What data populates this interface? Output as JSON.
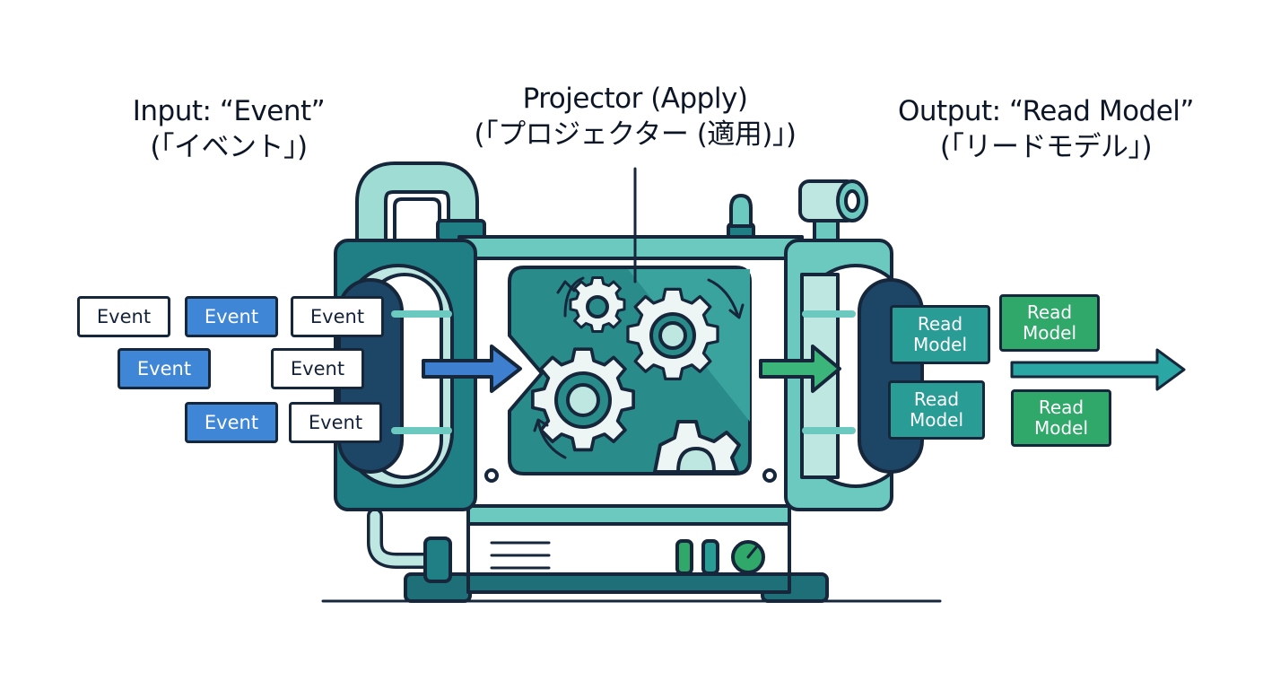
{
  "headings": {
    "input": {
      "line1": "Input: “Event”",
      "line2": "(「イベント」)"
    },
    "projector": {
      "line1": "Projector (Apply)",
      "line2": "(「プロジェクター (適用)」)"
    },
    "output": {
      "line1": "Output: “Read Model”",
      "line2": "(「リードモデル」)"
    }
  },
  "events": [
    {
      "label": "Event",
      "style": "white"
    },
    {
      "label": "Event",
      "style": "blue"
    },
    {
      "label": "Event",
      "style": "white"
    },
    {
      "label": "Event",
      "style": "blue"
    },
    {
      "label": "Event",
      "style": "white"
    },
    {
      "label": "Event",
      "style": "blue"
    },
    {
      "label": "Event",
      "style": "white"
    }
  ],
  "read_models": [
    {
      "line1": "Read",
      "line2": "Model",
      "style": "teal"
    },
    {
      "line1": "Read",
      "line2": "Model",
      "style": "green"
    },
    {
      "line1": "Read",
      "line2": "Model",
      "style": "teal"
    },
    {
      "line1": "Read",
      "line2": "Model",
      "style": "green"
    }
  ],
  "colors": {
    "outline": "#16263b",
    "machine_dark": "#1f7f84",
    "machine_light": "#6cc9c0",
    "machine_pale": "#bfe7e1",
    "window": "#2a8c8a",
    "gear": "#eef6f5",
    "arrow_blue": "#3f7fd0",
    "arrow_green": "#3bb57a",
    "arrow_teal": "#2aa7a4",
    "indicator_green": "#2fa86a"
  },
  "icons": [
    "gear-icon",
    "pipe-icon",
    "indicator-light-icon",
    "gauge-icon",
    "arrow-right-icon"
  ]
}
